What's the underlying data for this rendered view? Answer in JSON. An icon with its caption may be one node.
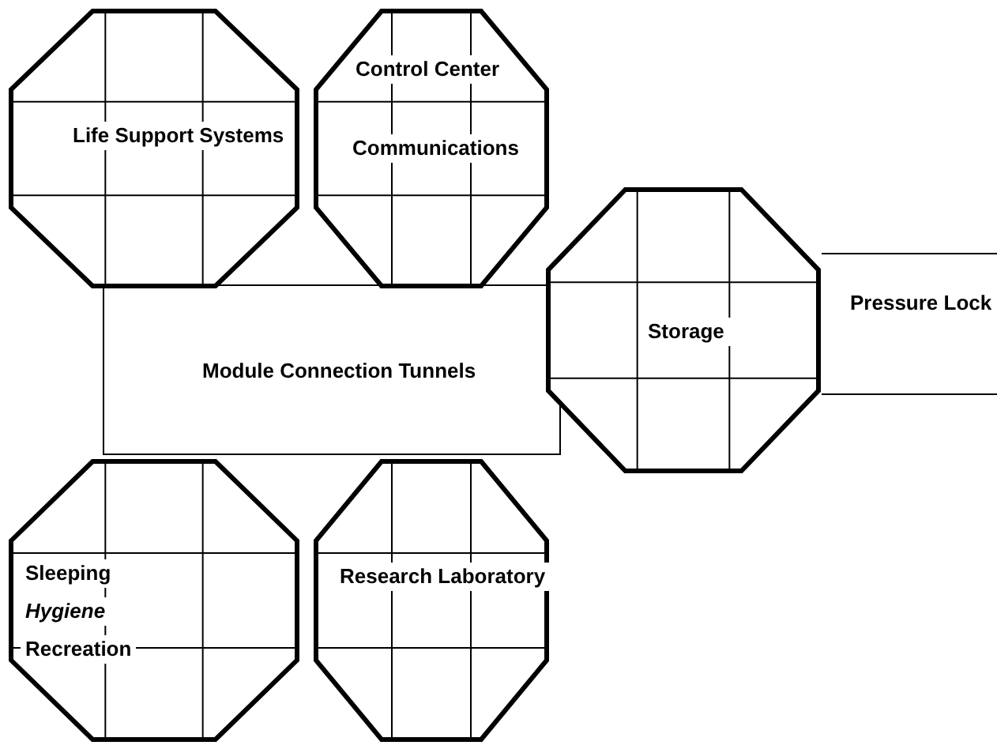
{
  "diagram": {
    "nodes": [
      {
        "text": [
          "Module Connection Tunnels"
        ]
      },
      {
        "text": [
          "Life Support Systems"
        ]
      },
      {
        "text": [
          "Control Center",
          "Communications"
        ]
      },
      {
        "text": [
          "Storage"
        ]
      },
      {
        "text": [
          "Pressure Lock"
        ]
      },
      {
        "text": [
          "Sleeping",
          "*Hygiene*",
          "Recreation"
        ]
      },
      {
        "text": [
          "Research Laboratory"
        ]
      }
    ]
  }
}
